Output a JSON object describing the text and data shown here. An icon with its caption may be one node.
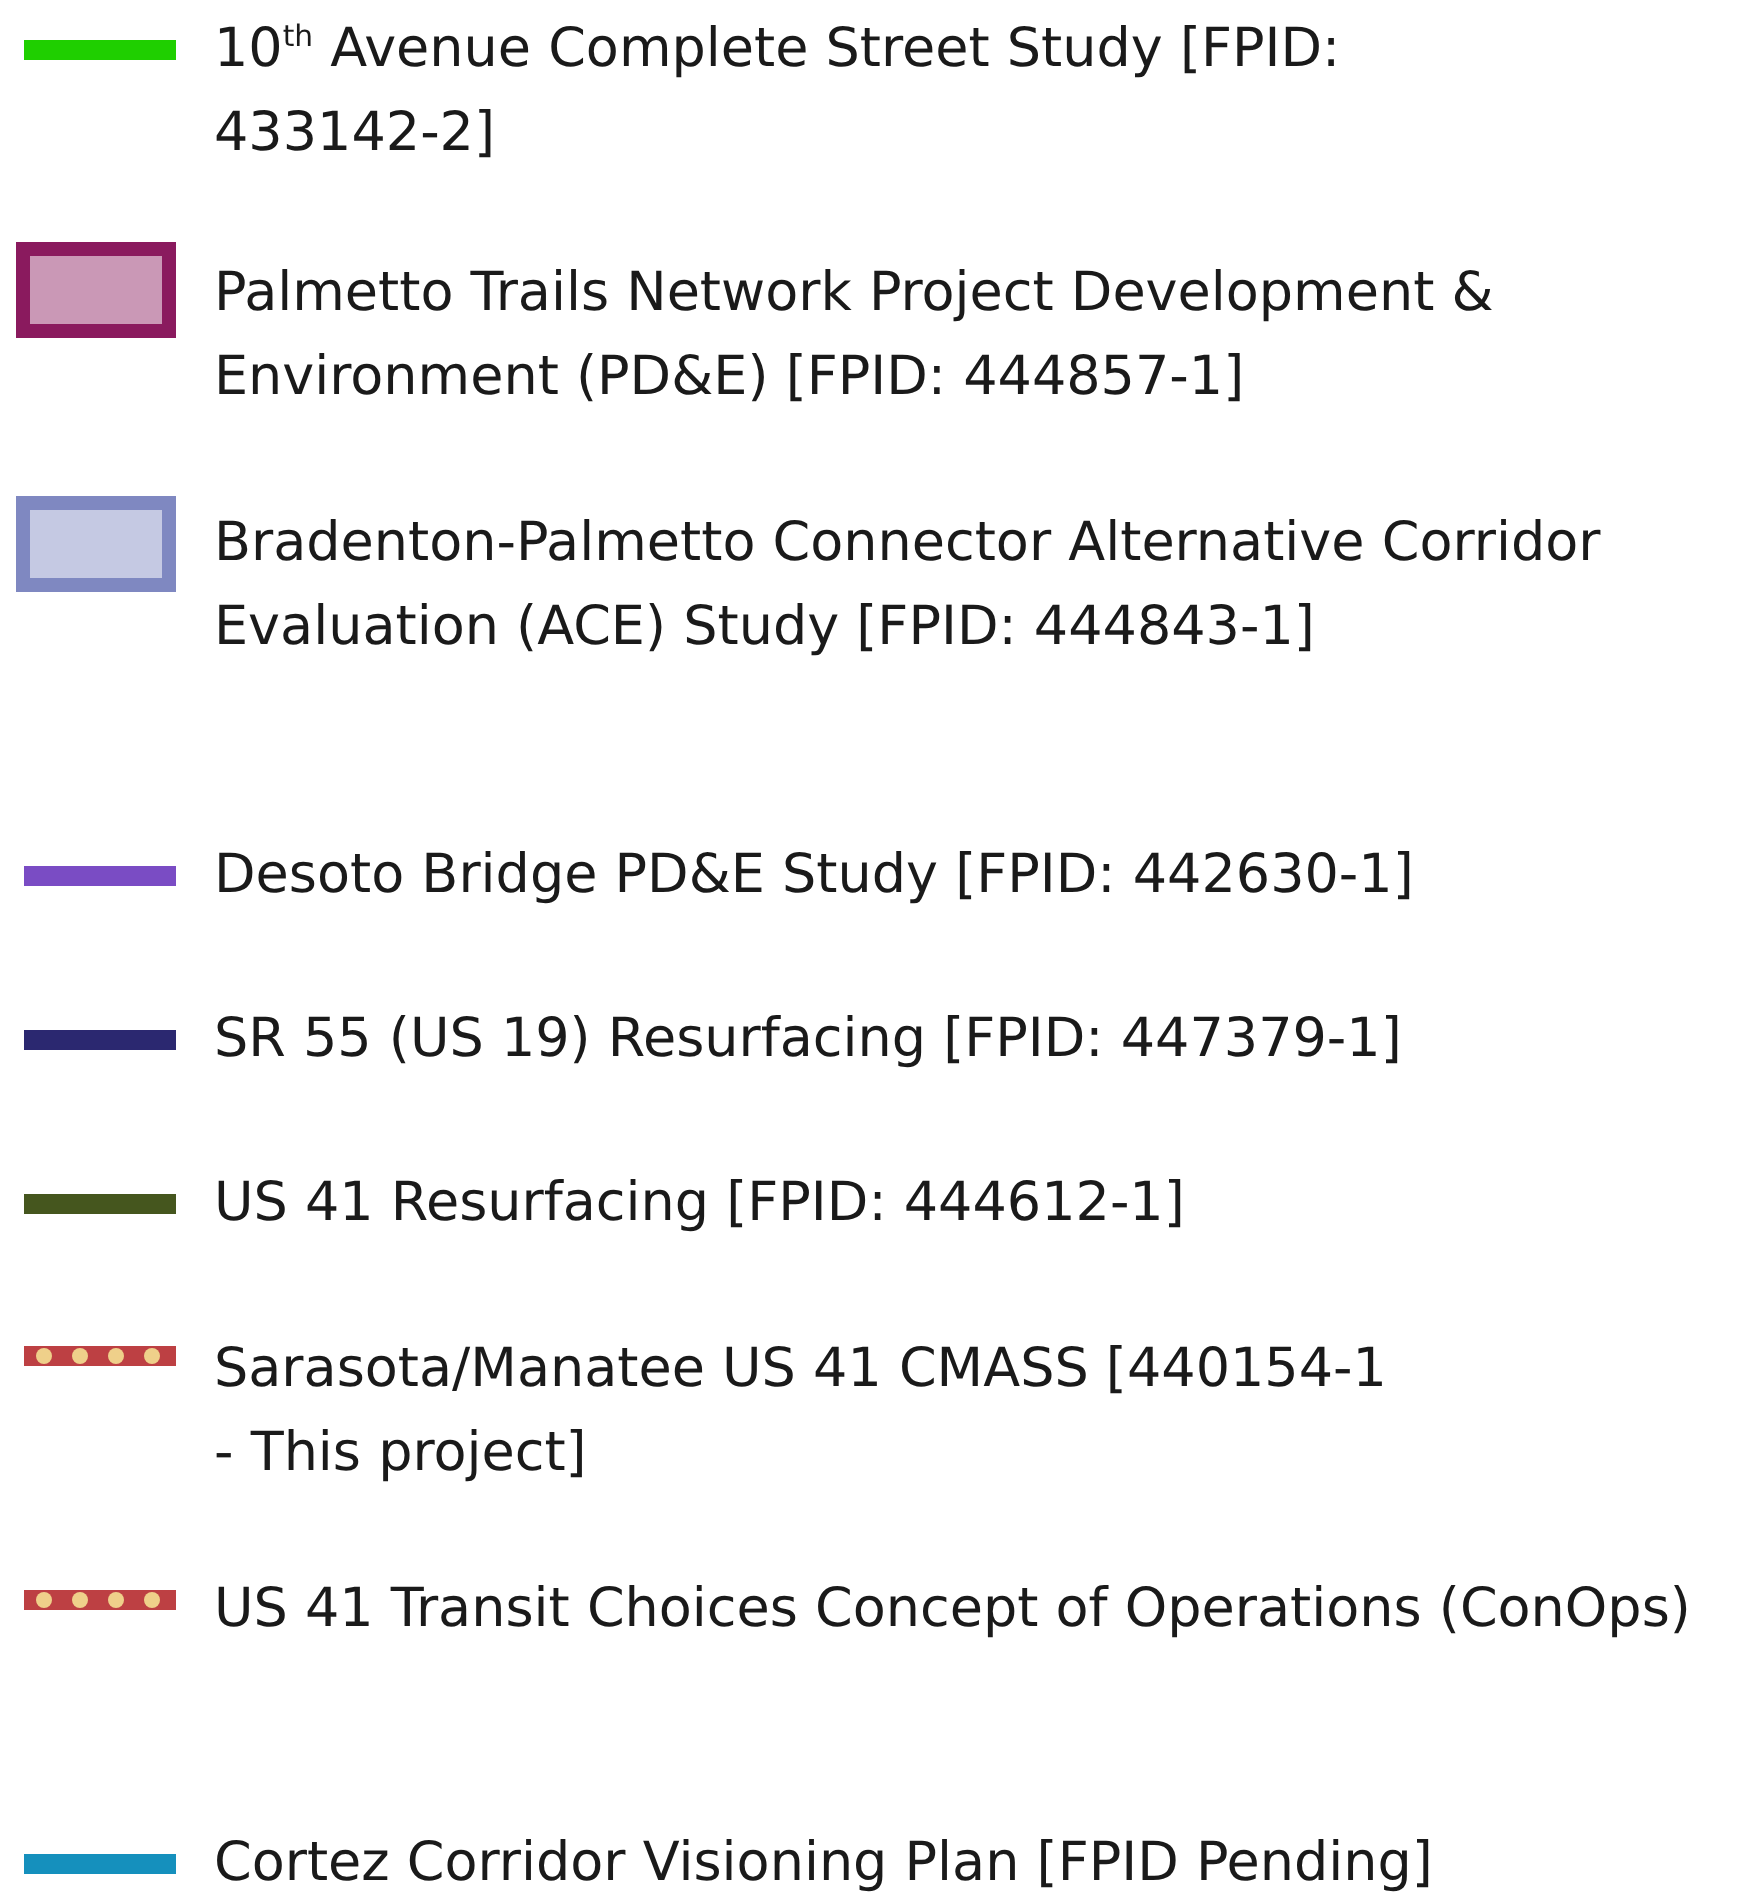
{
  "diagram": {
    "legend": [
      {
        "text": "10$^{th}$ Avenue Complete Street Study [FPID: 433142-2]",
        "color": "#1fcf00"
      },
      {
        "text": "Palmetto Trails Network Project Development & Environment (PD&E) [FPID: 444857-1]",
        "color": "#8a1a5e"
      },
      {
        "text": "Bradenton-Palmetto Connector Alternative Corridor Evaluation (ACE) Study [FPID: 444843-1]",
        "color": "#7f88c1"
      },
      {
        "text": "Desoto Bridge PD&E Study [FPID: 442630-1]",
        "color": "#7a4cc4"
      },
      {
        "text": "SR 55 (US 19) Resurfacing [FPID: 447379-1]",
        "color": "#2b2870"
      },
      {
        "text": "US 41 Resurfacing [FPID: 444612-1]",
        "color": "#45561e"
      },
      {
        "text": "Sarasota/Manatee US 41 CMASS [440154-1 - This project]",
        "color": "#bd4043"
      },
      {
        "text": "US 41 Transit Choices Concept of Operations (ConOps)",
        "color": "#bd4043"
      },
      {
        "text": "Cortez Corridor Visioning Plan [FPID Pending]",
        "color": "#1590bd"
      }
    ]
  }
}
